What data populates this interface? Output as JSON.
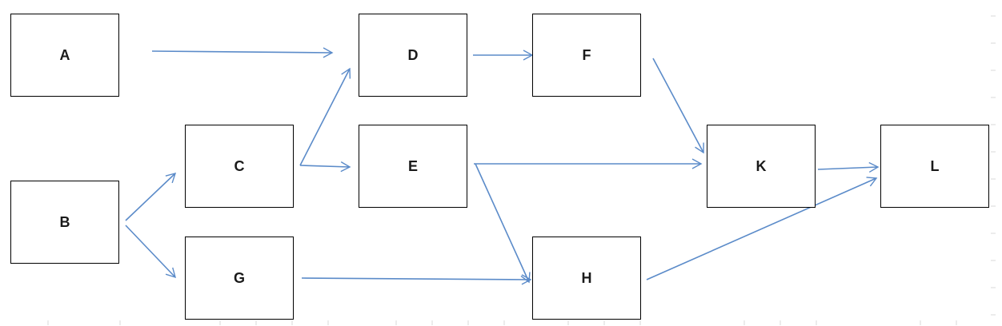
{
  "diagram": {
    "nodes": [
      {
        "id": "A",
        "label": "A"
      },
      {
        "id": "B",
        "label": "B"
      },
      {
        "id": "C",
        "label": "C"
      },
      {
        "id": "D",
        "label": "D"
      },
      {
        "id": "E",
        "label": "E"
      },
      {
        "id": "F",
        "label": "F"
      },
      {
        "id": "G",
        "label": "G"
      },
      {
        "id": "H",
        "label": "H"
      },
      {
        "id": "K",
        "label": "K"
      },
      {
        "id": "L",
        "label": "L"
      }
    ],
    "edges": [
      {
        "from": "A",
        "to": "D"
      },
      {
        "from": "B",
        "to": "C"
      },
      {
        "from": "B",
        "to": "G"
      },
      {
        "from": "C",
        "to": "D"
      },
      {
        "from": "C",
        "to": "E"
      },
      {
        "from": "D",
        "to": "F"
      },
      {
        "from": "F",
        "to": "K"
      },
      {
        "from": "E",
        "to": "K"
      },
      {
        "from": "E",
        "to": "H"
      },
      {
        "from": "G",
        "to": "H"
      },
      {
        "from": "K",
        "to": "L"
      },
      {
        "from": "H",
        "to": "L"
      }
    ],
    "colors": {
      "arrow": "#5b8bc9",
      "box_border": "#000000",
      "background": "#ffffff"
    }
  }
}
